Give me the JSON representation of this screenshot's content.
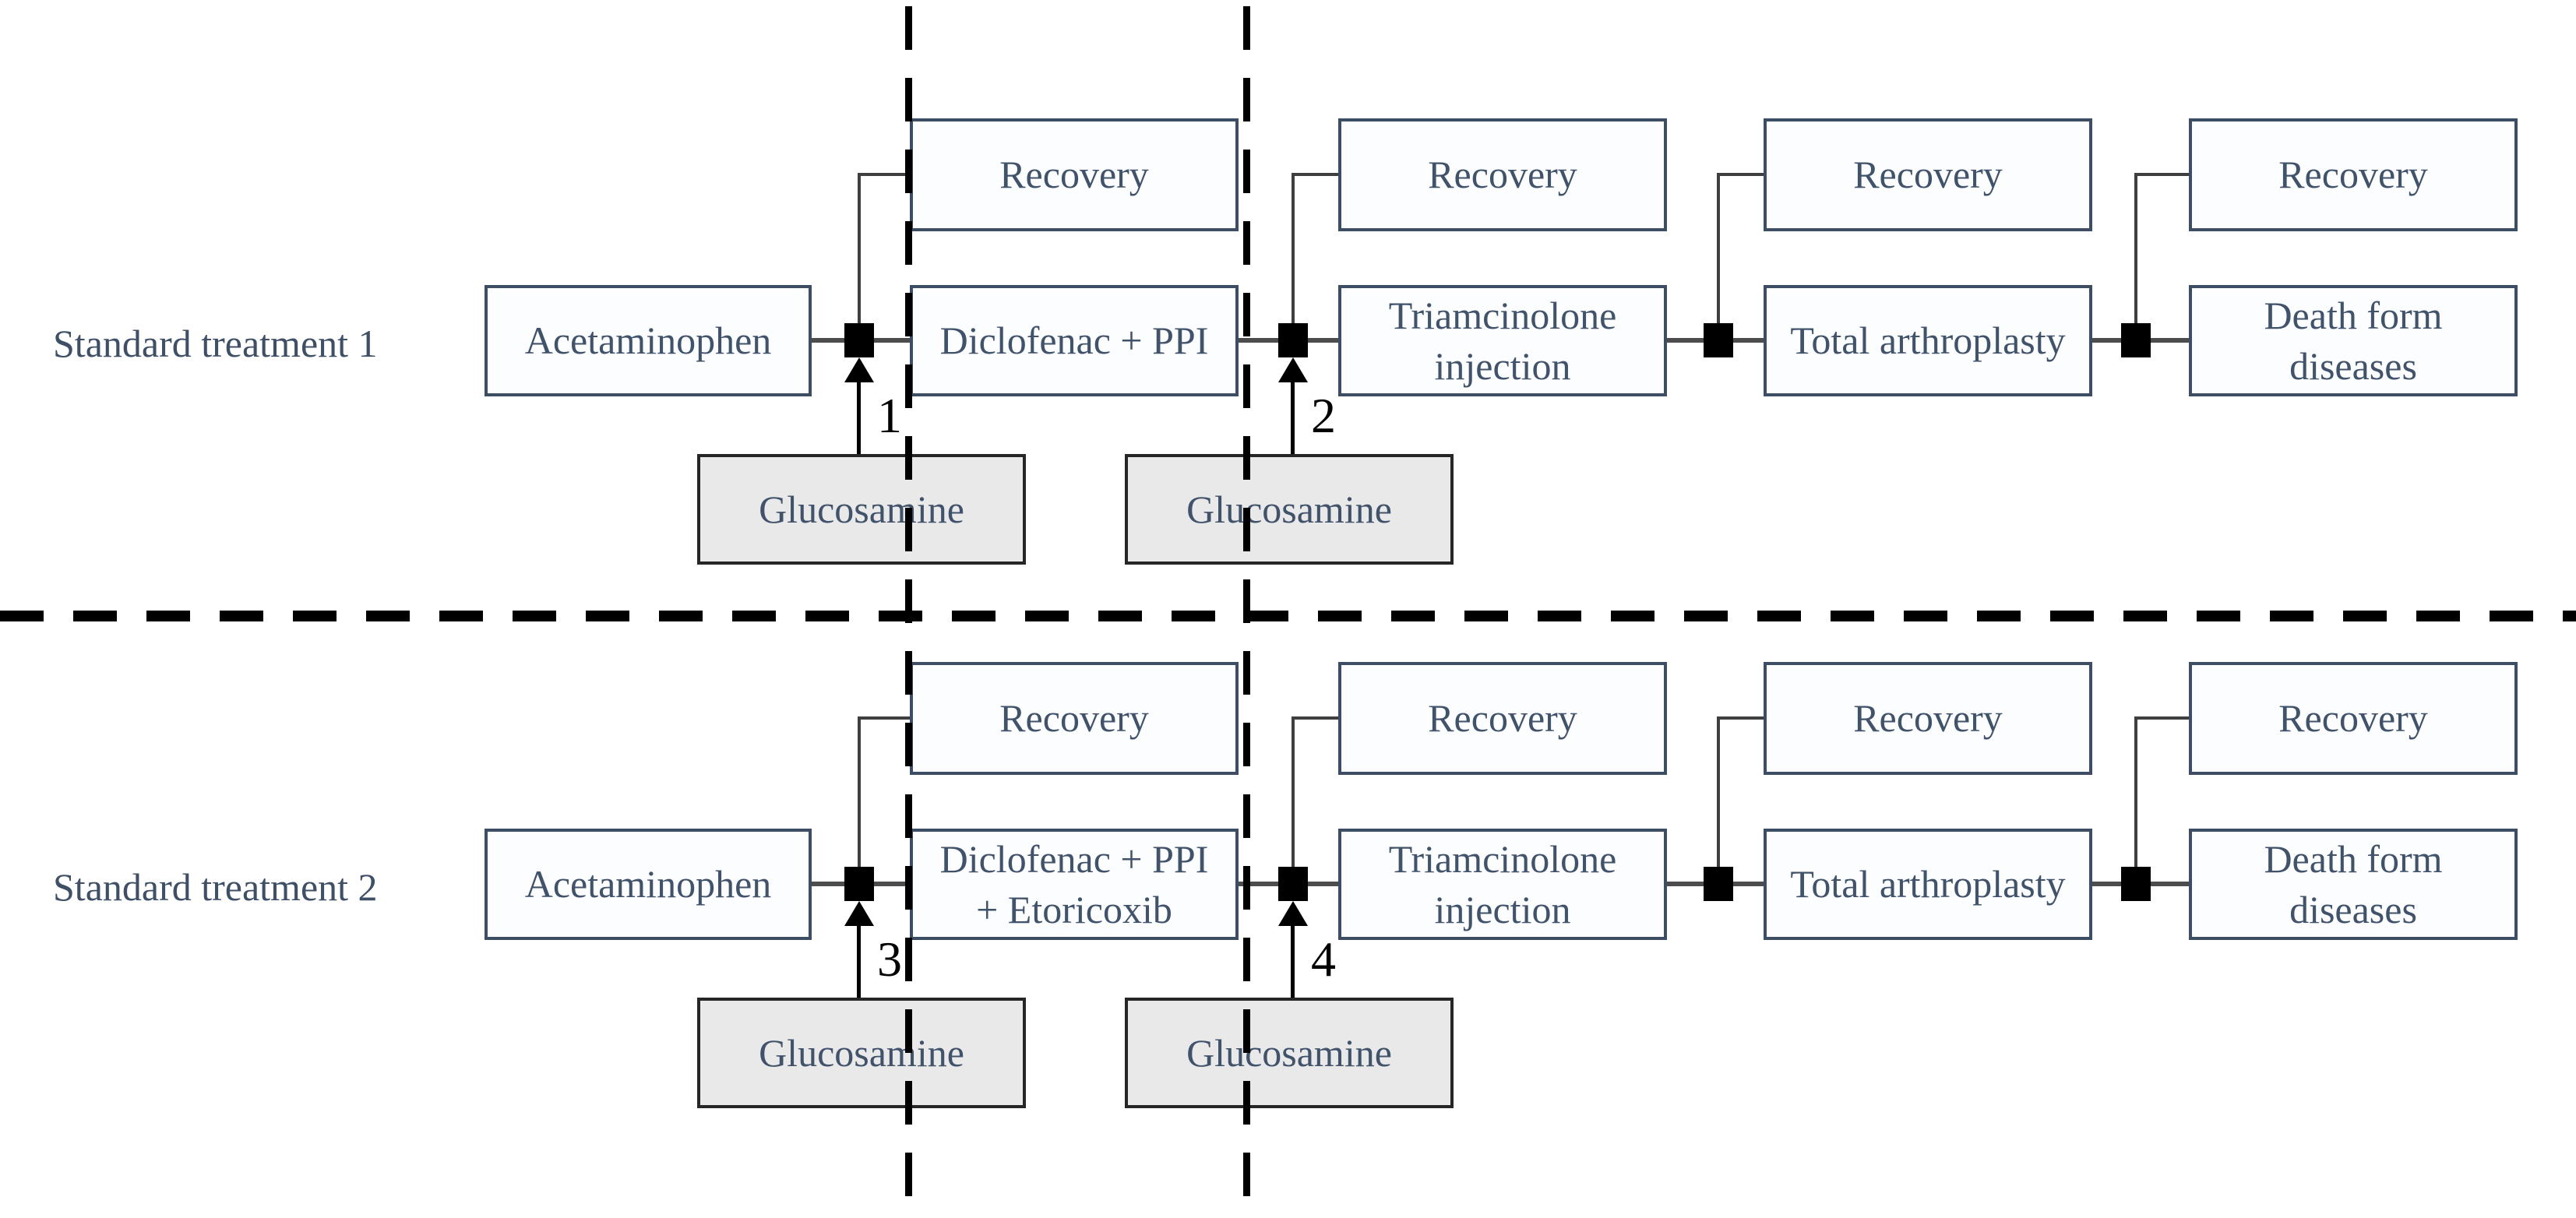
{
  "diagram": {
    "rows": [
      {
        "label": "Standard treatment 1",
        "start_box": "Acetaminophen",
        "stage_boxes": [
          "Diclofenac + PPI",
          "Triamcinolone\ninjection",
          "Total arthroplasty",
          "Death form\ndiseases"
        ],
        "recovery_boxes": [
          "Recovery",
          "Recovery",
          "Recovery",
          "Recovery"
        ],
        "glucosamine_boxes": [
          "Glucosamine",
          "Glucosamine"
        ],
        "switch_numbers": [
          "1",
          "2"
        ]
      },
      {
        "label": "Standard treatment 2",
        "start_box": "Acetaminophen",
        "stage_boxes": [
          "Diclofenac + PPI\n+ Etoricoxib",
          "Triamcinolone\ninjection",
          "Total arthroplasty",
          "Death form\ndiseases"
        ],
        "recovery_boxes": [
          "Recovery",
          "Recovery",
          "Recovery",
          "Recovery"
        ],
        "glucosamine_boxes": [
          "Glucosamine",
          "Glucosamine"
        ],
        "switch_numbers": [
          "3",
          "4"
        ]
      }
    ],
    "colors": {
      "node_border": "#3d4d63",
      "node_fill": "#fcfdff",
      "node_text": "#41526b",
      "glucosamine_border": "#262626",
      "glucosamine_fill": "#e9e9e9",
      "connector": "#4d4d4d",
      "square": "#000000",
      "dashed_line": "#000000"
    }
  }
}
